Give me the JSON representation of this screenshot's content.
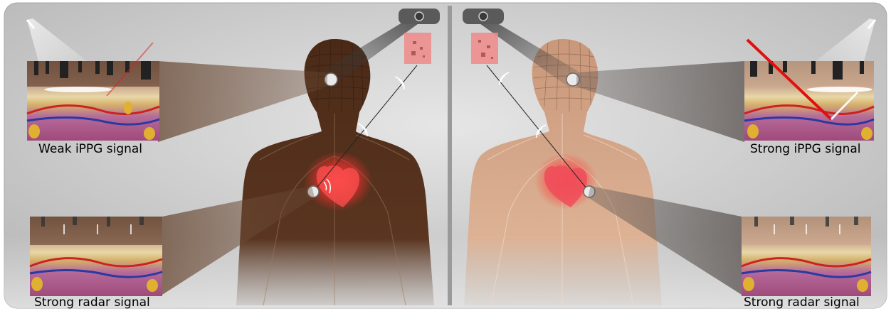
{
  "labels": {
    "left_ippg": "Weak iPPG signal",
    "left_radar": "Strong radar signal",
    "right_ippg": "Strong iPPG signal",
    "right_radar": "Strong radar signal"
  },
  "colors": {
    "background_gray": "#c3c3c3",
    "dark_skin": "#5a3520",
    "light_skin": "#d9a98a",
    "heart_glow": "#ff3a3a",
    "radar_chip": "#f08a8a",
    "camera": "#5a5a5a",
    "divider": "#9a9a9a"
  },
  "icons": [
    "camera-icon",
    "radar-chip-icon",
    "radio-wave-icon",
    "heart-icon",
    "lamp-icon",
    "laser-beam-icon"
  ]
}
